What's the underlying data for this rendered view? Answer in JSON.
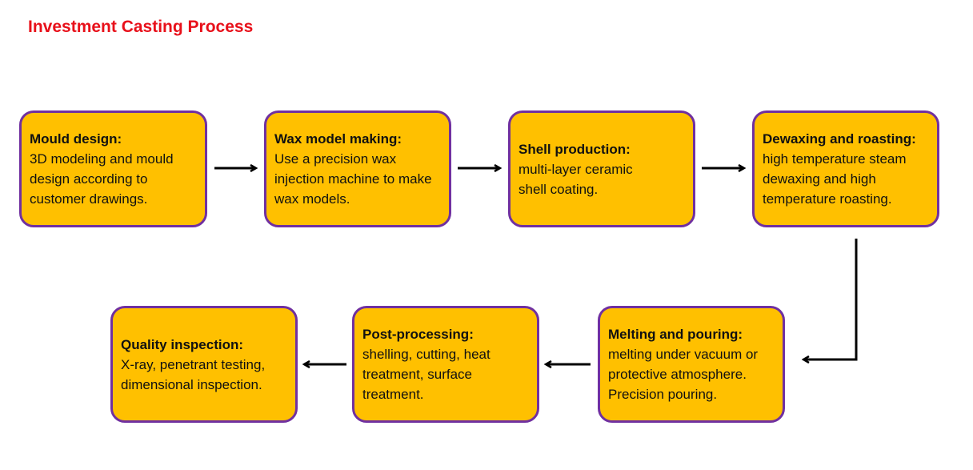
{
  "title": "Investment Casting Process",
  "steps": [
    {
      "heading": "Mould design:",
      "text": "3D modeling and mould design according to customer drawings."
    },
    {
      "heading": "Wax model making:",
      "text": "Use a precision wax injection machine to make wax models."
    },
    {
      "heading": "Shell production:",
      "text": "multi-layer ceramic shell coating."
    },
    {
      "heading": "Dewaxing and roasting:",
      "text": "high temperature steam dewaxing and high temperature roasting."
    },
    {
      "heading": "Melting and pouring:",
      "text": "melting under vacuum or protective atmosphere. Precision pouring."
    },
    {
      "heading": "Post-processing:",
      "text": "shelling, cutting, heat treatment, surface treatment."
    },
    {
      "heading": "Quality inspection:",
      "text": "X-ray, penetrant testing, dimensional inspection."
    }
  ],
  "colors": {
    "box_fill": "#ffc000",
    "box_border": "#7030a0",
    "title": "#e8101a"
  }
}
